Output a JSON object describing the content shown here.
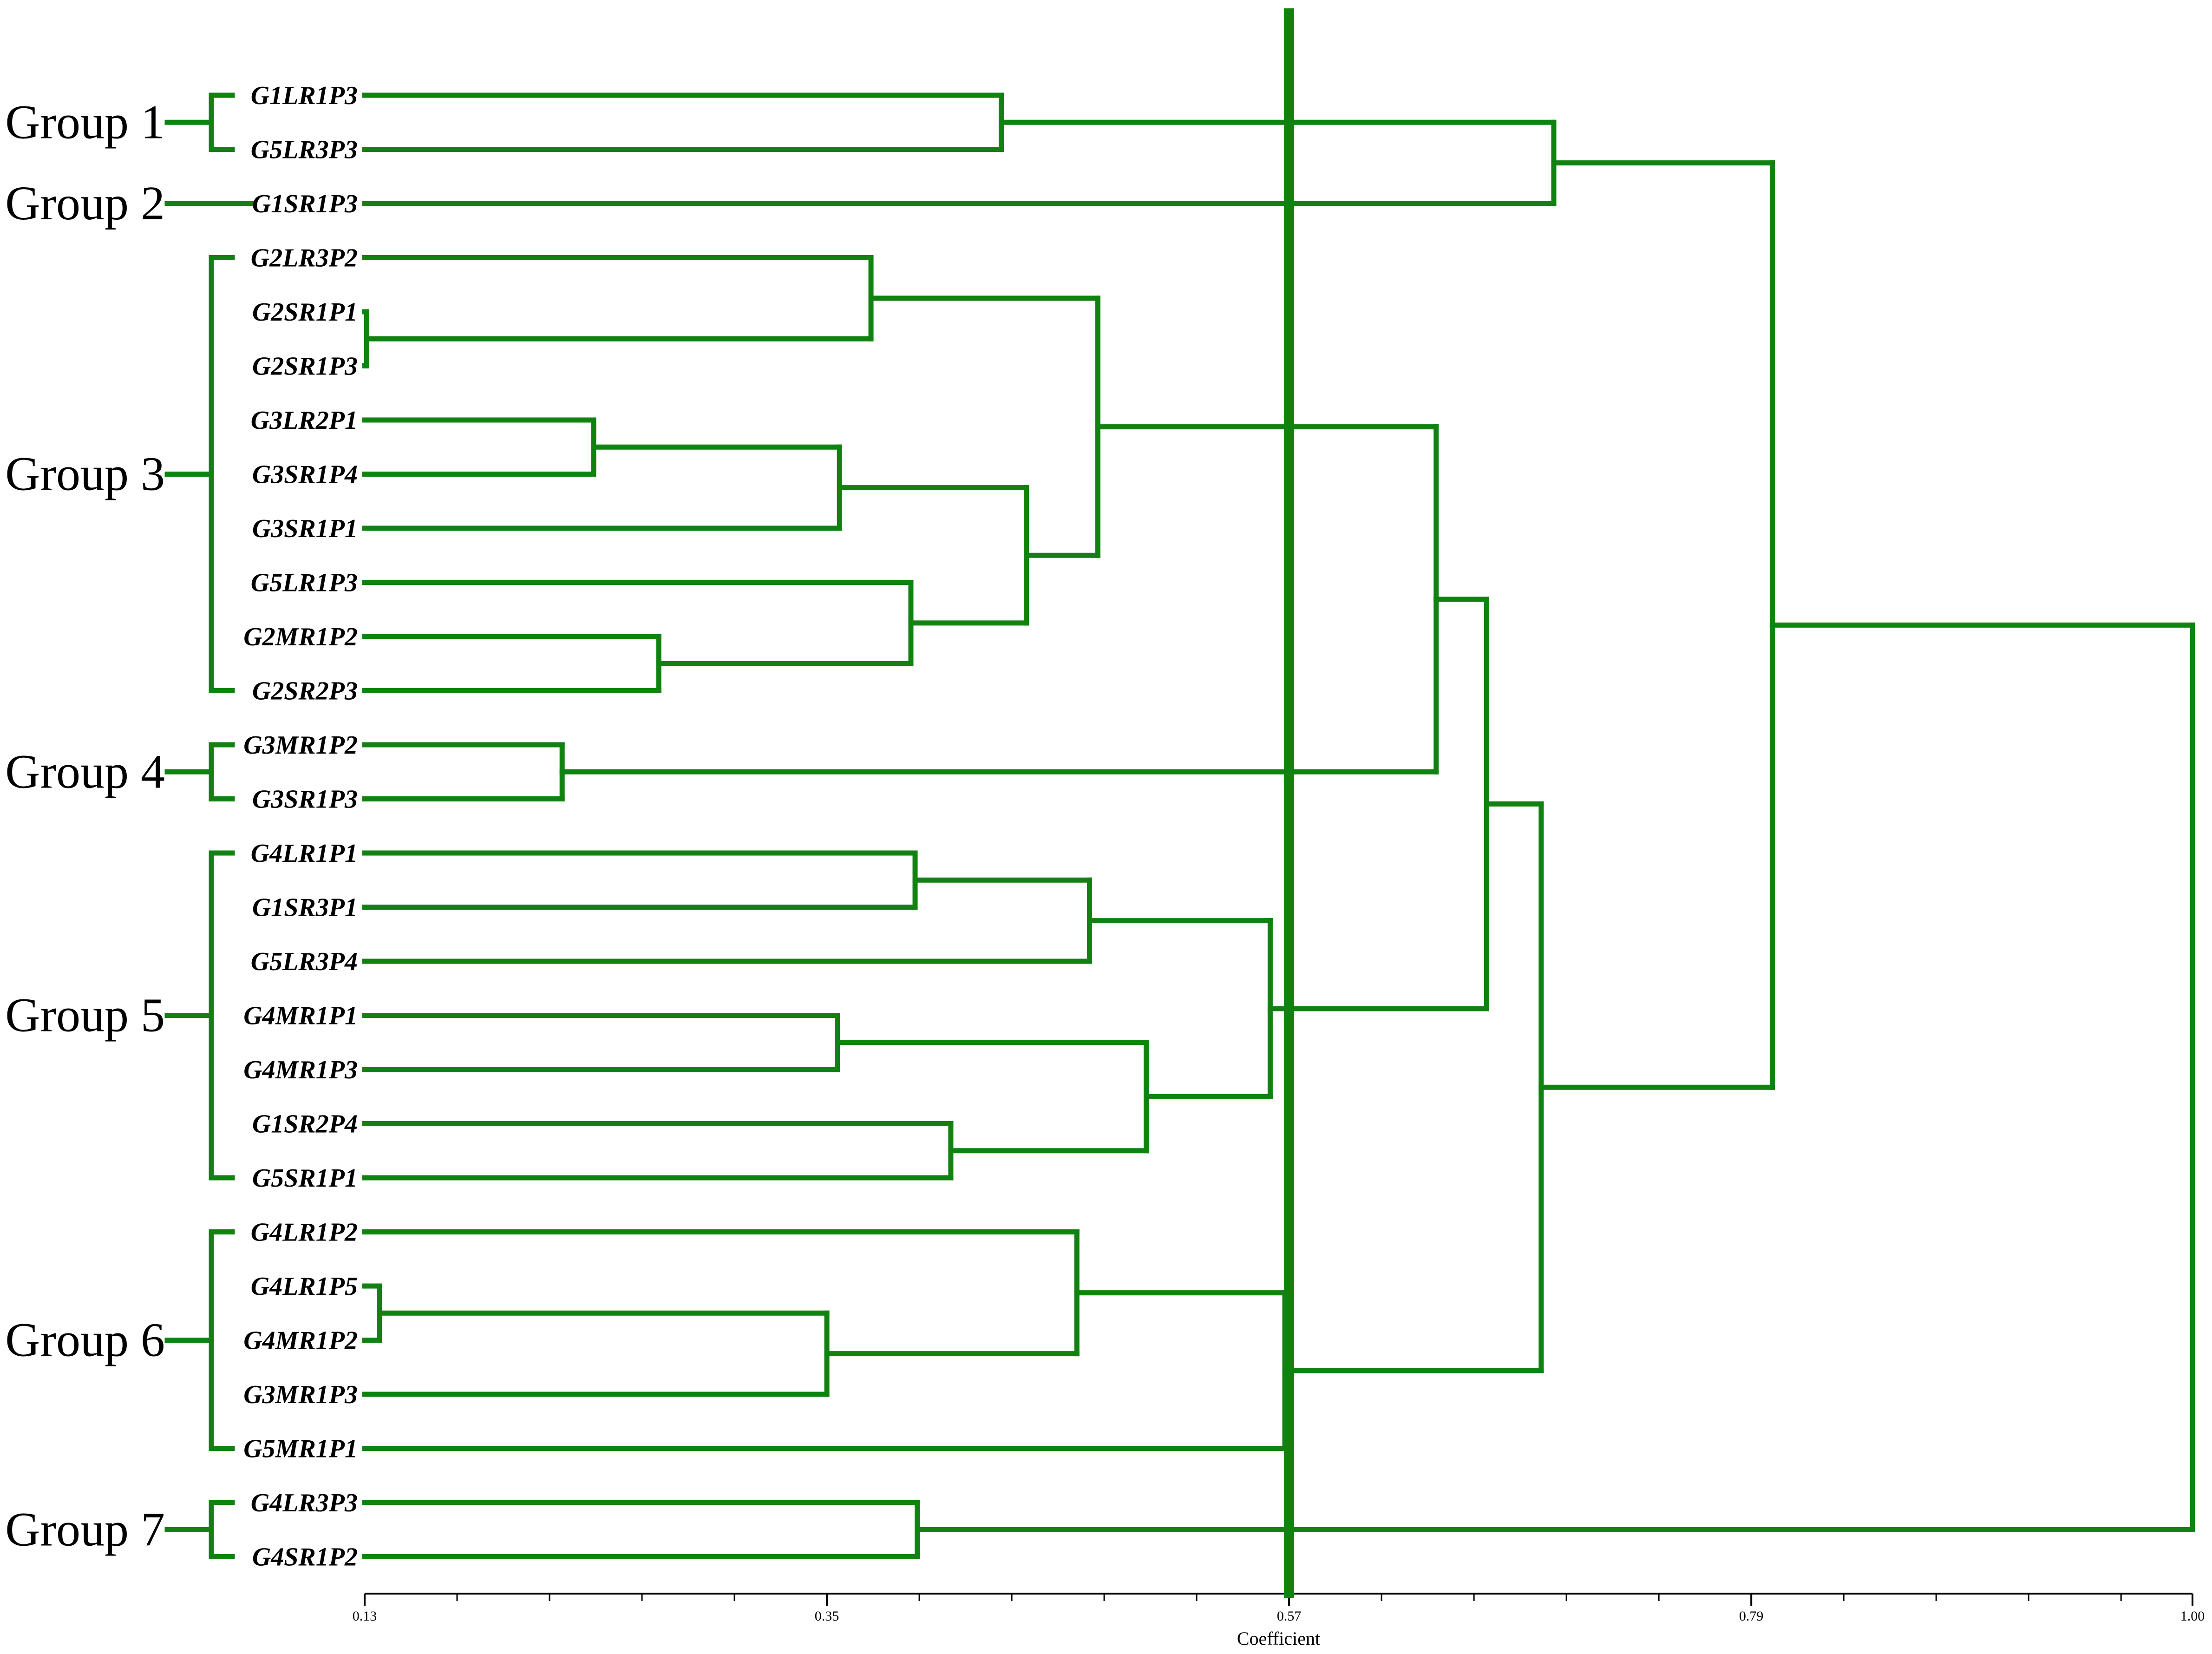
{
  "chart_data": {
    "type": "dendrogram",
    "xlabel": "Coefficient",
    "xlim": [
      0.13,
      1.0
    ],
    "ticks": [
      0.13,
      0.35,
      0.57,
      0.79,
      1.0
    ],
    "tick_labels": [
      "0.13",
      "0.35",
      "0.57",
      "0.79",
      "1.00"
    ],
    "minor_ticks": [
      0.174,
      0.218,
      0.262,
      0.306,
      0.394,
      0.438,
      0.482,
      0.526,
      0.614,
      0.658,
      0.702,
      0.746,
      0.834,
      0.878,
      0.922,
      0.966
    ],
    "cutoff": 0.57,
    "color": "#118211",
    "leaves": [
      "G1LR1P3",
      "G5LR3P3",
      "G1SR1P3",
      "G2LR3P2",
      "G2SR1P1",
      "G2SR1P3",
      "G3LR2P1",
      "G3SR1P4",
      "G3SR1P1",
      "G5LR1P3",
      "G2MR1P2",
      "G2SR2P3",
      "G3MR1P2",
      "G3SR1P3",
      "G4LR1P1",
      "G1SR3P1",
      "G5LR3P4",
      "G4MR1P1",
      "G4MR1P3",
      "G1SR2P4",
      "G5SR1P1",
      "G4LR1P2",
      "G4LR1P5",
      "G4MR1P2",
      "G3MR1P3",
      "G5MR1P1",
      "G4LR3P3",
      "G4SR1P2"
    ],
    "merges": [
      {
        "id": "m1",
        "children": [
          "G1LR1P3",
          "G5LR3P3"
        ],
        "height": 0.433
      },
      {
        "id": "m2",
        "children": [
          "m1",
          "G1SR1P3"
        ],
        "height": 0.696
      },
      {
        "id": "m3",
        "children": [
          "G2SR1P1",
          "G2SR1P3"
        ],
        "height": 0.131
      },
      {
        "id": "m4",
        "children": [
          "G2LR3P2",
          "m3"
        ],
        "height": 0.371
      },
      {
        "id": "m5",
        "children": [
          "G3LR2P1",
          "G3SR1P4"
        ],
        "height": 0.239
      },
      {
        "id": "m6",
        "children": [
          "m5",
          "G3SR1P1"
        ],
        "height": 0.356
      },
      {
        "id": "m7",
        "children": [
          "G2MR1P2",
          "G2SR2P3"
        ],
        "height": 0.27
      },
      {
        "id": "m8",
        "children": [
          "G5LR1P3",
          "m7"
        ],
        "height": 0.39
      },
      {
        "id": "m9",
        "children": [
          "m6",
          "m8"
        ],
        "height": 0.445
      },
      {
        "id": "m10",
        "children": [
          "m4",
          "m9"
        ],
        "height": 0.479
      },
      {
        "id": "m11",
        "children": [
          "G3MR1P2",
          "G3SR1P3"
        ],
        "height": 0.224
      },
      {
        "id": "m12",
        "children": [
          "m10",
          "m11"
        ],
        "height": 0.64
      },
      {
        "id": "m13",
        "children": [
          "G4LR1P1",
          "G1SR3P1"
        ],
        "height": 0.392
      },
      {
        "id": "m14",
        "children": [
          "m13",
          "G5LR3P4"
        ],
        "height": 0.475
      },
      {
        "id": "m15",
        "children": [
          "G4MR1P1",
          "G4MR1P3"
        ],
        "height": 0.355
      },
      {
        "id": "m16",
        "children": [
          "G1SR2P4",
          "G5SR1P1"
        ],
        "height": 0.409
      },
      {
        "id": "m17",
        "children": [
          "m15",
          "m16"
        ],
        "height": 0.502
      },
      {
        "id": "m18",
        "children": [
          "m14",
          "m17"
        ],
        "height": 0.561
      },
      {
        "id": "m19",
        "children": [
          "m12",
          "m18"
        ],
        "height": 0.664
      },
      {
        "id": "m20",
        "children": [
          "G4LR1P5",
          "G4MR1P2"
        ],
        "height": 0.137
      },
      {
        "id": "m21",
        "children": [
          "m20",
          "G3MR1P3"
        ],
        "height": 0.35
      },
      {
        "id": "m22",
        "children": [
          "G4LR1P2",
          "m21"
        ],
        "height": 0.469
      },
      {
        "id": "m23",
        "children": [
          "m22",
          "G5MR1P1"
        ],
        "height": 0.568
      },
      {
        "id": "m24",
        "children": [
          "m19",
          "m23"
        ],
        "height": 0.69
      },
      {
        "id": "m25",
        "children": [
          "m2",
          "m24"
        ],
        "height": 0.8
      },
      {
        "id": "m26",
        "children": [
          "G4LR3P3",
          "G4SR1P2"
        ],
        "height": 0.393
      },
      {
        "id": "m27",
        "children": [
          "m25",
          "m26"
        ],
        "height": 1.0
      }
    ],
    "groups": [
      {
        "label": "Group 1",
        "first": 0,
        "last": 1
      },
      {
        "label": "Group 2",
        "first": 2,
        "last": 2
      },
      {
        "label": "Group 3",
        "first": 3,
        "last": 11
      },
      {
        "label": "Group 4",
        "first": 12,
        "last": 13
      },
      {
        "label": "Group 5",
        "first": 14,
        "last": 20
      },
      {
        "label": "Group 6",
        "first": 21,
        "last": 25
      },
      {
        "label": "Group 7",
        "first": 26,
        "last": 27
      }
    ]
  }
}
